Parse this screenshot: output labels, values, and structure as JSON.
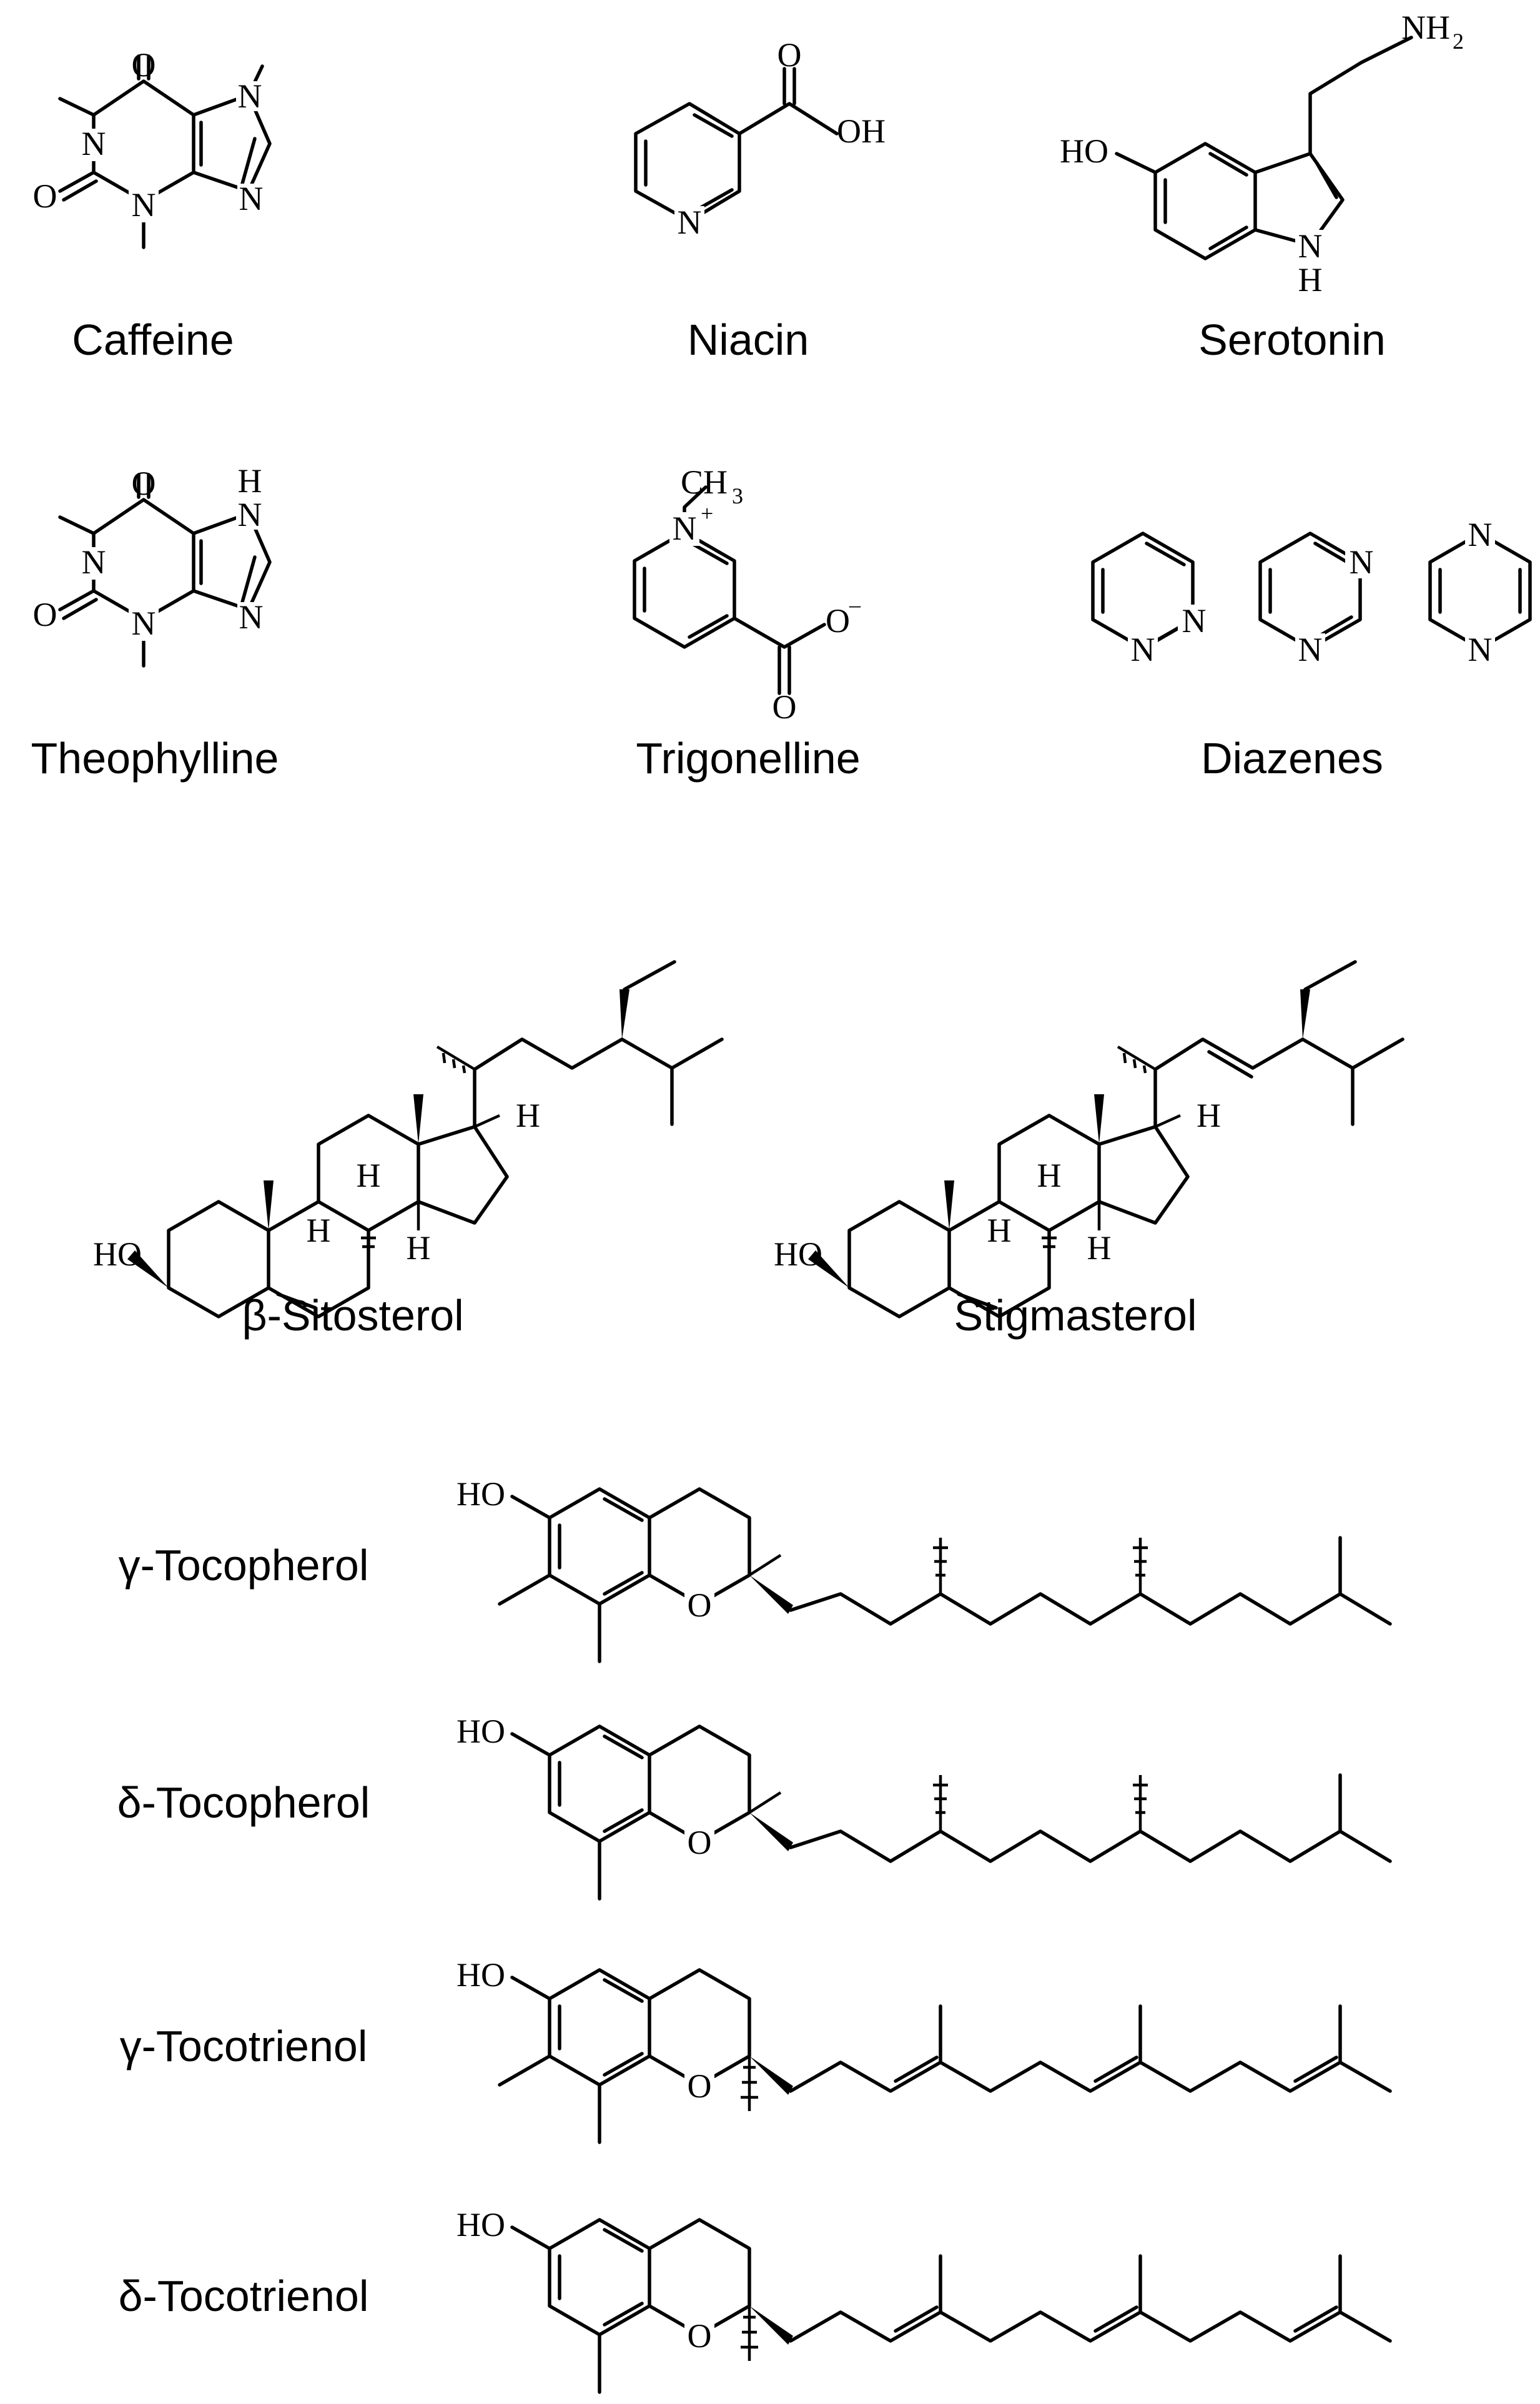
{
  "compounds": [
    {
      "id": "caffeine",
      "name": "Caffeine"
    },
    {
      "id": "niacin",
      "name": "Niacin"
    },
    {
      "id": "serotonin",
      "name": "Serotonin"
    },
    {
      "id": "theophylline",
      "name": "Theophylline"
    },
    {
      "id": "trigonelline",
      "name": "Trigonelline"
    },
    {
      "id": "diazenes",
      "name": "Diazenes"
    },
    {
      "id": "b-sitosterol",
      "name": "β-Sitosterol"
    },
    {
      "id": "stigmasterol",
      "name": "Stigmasterol"
    },
    {
      "id": "g-tocopherol",
      "name": "γ-Tocopherol"
    },
    {
      "id": "d-tocopherol",
      "name": "δ-Tocopherol"
    },
    {
      "id": "g-tocotrienol",
      "name": "γ-Tocotrienol"
    },
    {
      "id": "d-tocotrienol",
      "name": "δ-Tocotrienol"
    }
  ],
  "atom_labels": {
    "O": "O",
    "N": "N",
    "H": "H",
    "HO": "HO",
    "OH": "OH",
    "NH": "NH",
    "sub2": "2",
    "CH": "CH",
    "sub3": "3",
    "plus": "+",
    "minus": "–"
  }
}
